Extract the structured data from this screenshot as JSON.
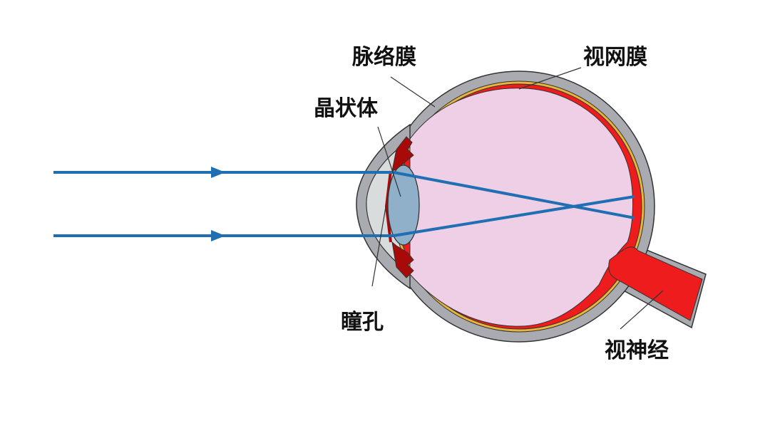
{
  "labels": {
    "choroid": "脉络膜",
    "retina": "视网膜",
    "lens": "晶状体",
    "pupil": "瞳孔",
    "optic_nerve": "视神经"
  },
  "colors": {
    "sclera": "#a9abb0",
    "choroid": "#e8b43a",
    "retina": "#ee1c1c",
    "iris": "#a80a0a",
    "vitreous": "#efcfe6",
    "aqueous": "#d9dcdc",
    "lens": "#8fb0c8",
    "ray": "#1f6fb2"
  }
}
